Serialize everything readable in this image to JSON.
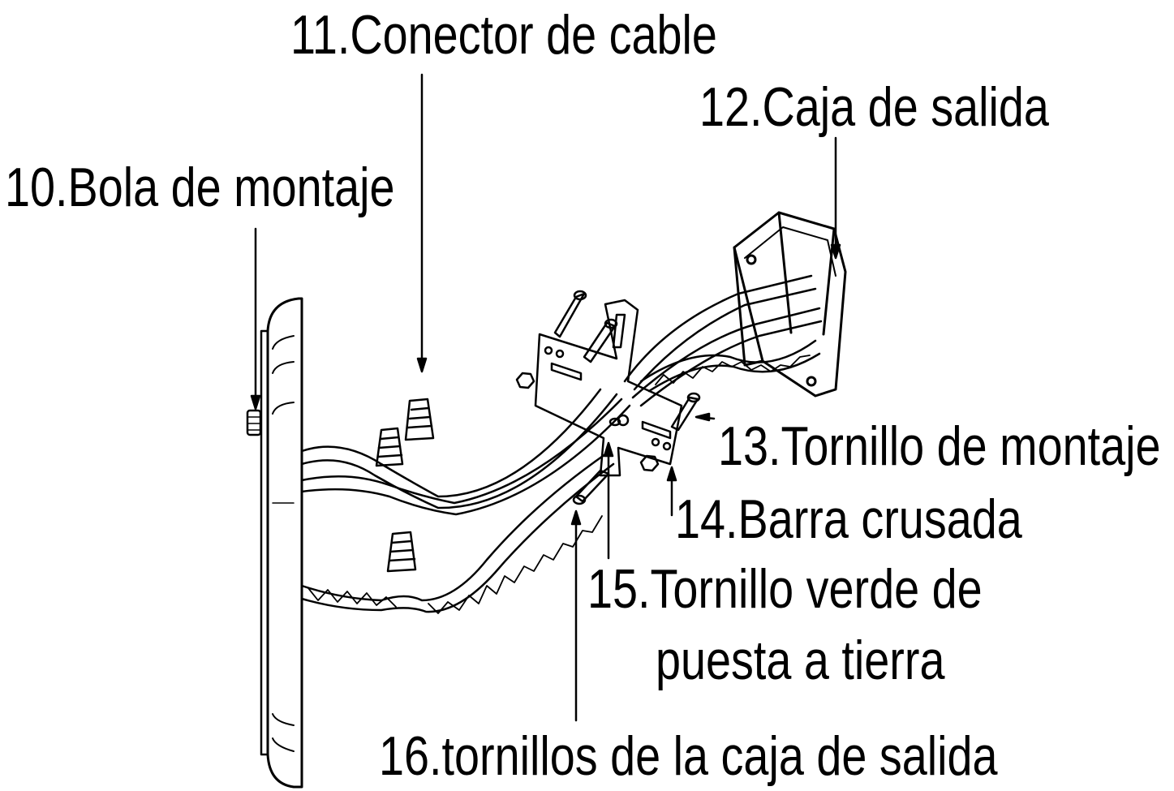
{
  "labels": {
    "l10": "10.Bola de montaje",
    "l11": "11.Conector de cable",
    "l12": "12.Caja de salida",
    "l13": "13.Tornillo de montaje",
    "l14": "14.Barra crusada",
    "l15a": "15.Tornillo verde de",
    "l15b": "puesta a tierra",
    "l16": "16.tornillos de la caja de salida"
  },
  "style": {
    "ink": "#000000",
    "background": "#ffffff"
  }
}
